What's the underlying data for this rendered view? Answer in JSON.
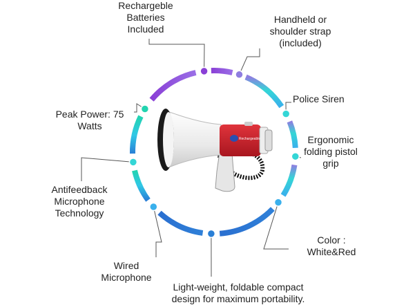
{
  "features": [
    {
      "key": "batteries",
      "lines": [
        "Rechargeble",
        "Batteries",
        "Included"
      ]
    },
    {
      "key": "strap",
      "lines": [
        "Handheld or",
        "shoulder strap",
        "(included)"
      ]
    },
    {
      "key": "siren",
      "lines": [
        "Police Siren"
      ]
    },
    {
      "key": "grip",
      "lines": [
        "Ergonomic",
        "folding pistol",
        "grip"
      ]
    },
    {
      "key": "color",
      "lines": [
        "Color :",
        "White&Red"
      ]
    },
    {
      "key": "lightweight",
      "lines": [
        "Light-weight, foldable compact",
        "design for maximum portability."
      ]
    },
    {
      "key": "wired_mic",
      "lines": [
        "Wired",
        "Microphone"
      ]
    },
    {
      "key": "antifeedback",
      "lines": [
        "Antifeedback",
        "Microphone",
        "Technology"
      ]
    },
    {
      "key": "peak_power",
      "lines": [
        "Peak Power: 75",
        "Watts"
      ]
    }
  ],
  "product": {
    "brand_text": "Rechargeable"
  },
  "colors": {
    "purple": "#8a3fd6",
    "violet": "#8f7ee0",
    "cyan": "#34d6d6",
    "teal": "#22d4b0",
    "sky": "#3ab0ec",
    "blue": "#2a7fd6",
    "navy": "#1f5fc0",
    "megaphone_red": "#c8202a",
    "megaphone_white": "#f2f2f2"
  }
}
